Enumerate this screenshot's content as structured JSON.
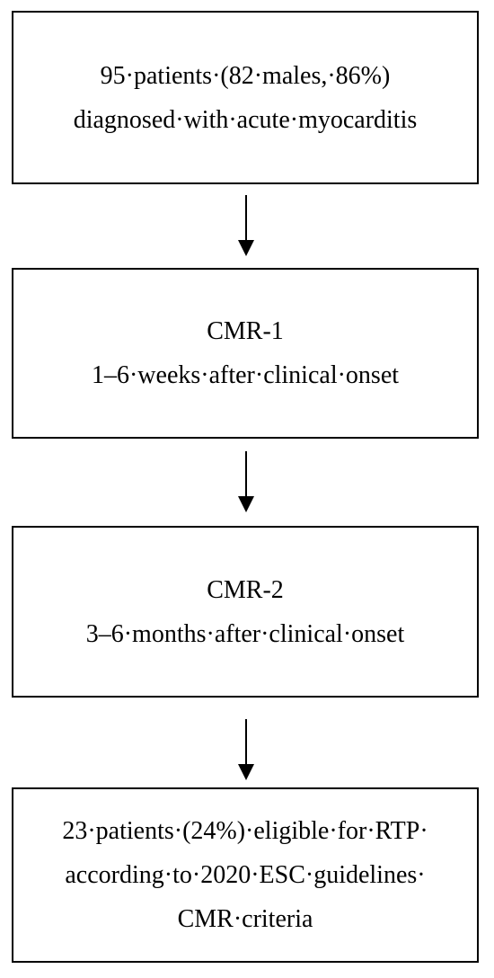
{
  "flowchart": {
    "steps": [
      {
        "lines": [
          "95·patients·(82·males,·86%)",
          "diagnosed·with·acute·myocarditis"
        ]
      },
      {
        "lines": [
          "CMR-1",
          "1–6·weeks·after·clinical·onset"
        ]
      },
      {
        "lines": [
          "CMR-2",
          "3–6·months·after·clinical·onset"
        ]
      },
      {
        "lines": [
          "23·patients·(24%)·eligible·for·RTP·",
          "according·to·2020·ESC·guidelines·",
          "CMR·criteria"
        ]
      }
    ]
  },
  "colors": {
    "line": "#000000",
    "background": "#ffffff",
    "text": "#000000"
  }
}
